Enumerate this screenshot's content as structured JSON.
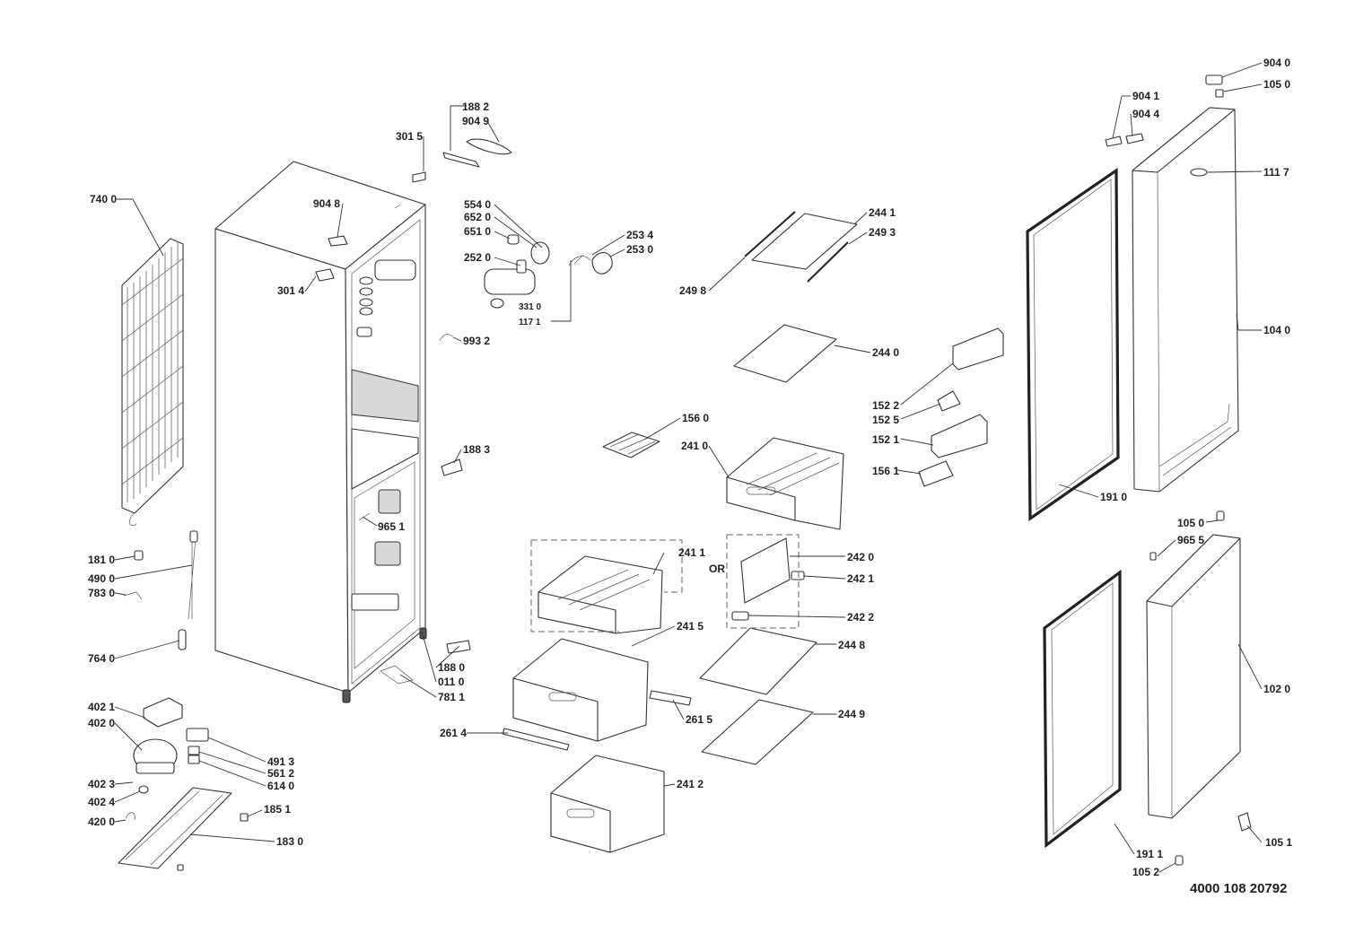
{
  "labels": [
    "740 0",
    "181 0",
    "490 0",
    "783 0",
    "764 0",
    "402 1",
    "402 0",
    "402 3",
    "402 4",
    "420 0",
    "301 5",
    "904 8",
    "301 4",
    "188 2",
    "904 9",
    "554 0",
    "652 0",
    "651 0",
    "252 0",
    "331 0",
    "117 1",
    "253 4",
    "253 0",
    "993 2",
    "188 3",
    "965 1",
    "188 0",
    "011 0",
    "781 1",
    "491 3",
    "561 2",
    "614 0",
    "185 1",
    "183 0",
    "244 1",
    "249 3",
    "249 8",
    "244 0",
    "156 0",
    "241 0",
    "241 1",
    "242 0",
    "242 1",
    "242 2",
    "241 5",
    "244 8",
    "244 9",
    "261 5",
    "261 4",
    "241 2",
    "904 1",
    "904 4",
    "904 0",
    "105 0",
    "111 7",
    "104 0",
    "152 2",
    "152 5",
    "152 1",
    "156 1",
    "191 0",
    "105 0",
    "965 5",
    "102 0",
    "191 1",
    "105 1",
    "105 2"
  ],
  "or_text": "OR",
  "document_number": "4000 108 20792"
}
